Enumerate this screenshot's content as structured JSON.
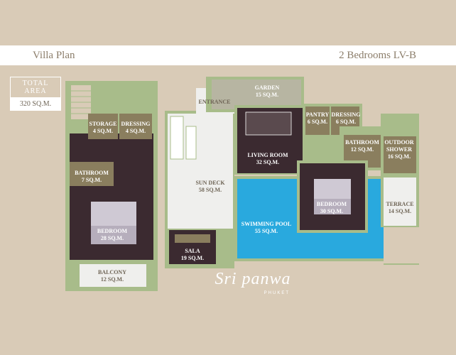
{
  "banner": {
    "title": "Villa Plan",
    "villa_type": "2 Bedrooms LV-B"
  },
  "total_area": {
    "label": "TOTAL AREA",
    "value": "320 SQ.M."
  },
  "rooms": {
    "storage": {
      "name": "STORAGE",
      "area": "4 SQ.M."
    },
    "dressing_left": {
      "name": "DRESSING",
      "area": "4 SQ.M."
    },
    "bathroom_left": {
      "name": "BATHROOM",
      "area": "7 SQ.M."
    },
    "bedroom_left": {
      "name": "BEDROOM",
      "area": "28 SQ.M."
    },
    "balcony": {
      "name": "BALCONY",
      "area": "12 SQ.M."
    },
    "entrance": {
      "name": "ENTRANCE"
    },
    "sun_deck": {
      "name": "SUN DECK",
      "area": "58 SQ.M."
    },
    "sala": {
      "name": "SALA",
      "area": "19 SQ.M."
    },
    "garden": {
      "name": "GARDEN",
      "area": "15 SQ.M."
    },
    "living_room": {
      "name": "LIVING ROOM",
      "area": "32 SQ.M."
    },
    "pantry": {
      "name": "PANTRY",
      "area": "6 SQ.M."
    },
    "dressing_right": {
      "name": "DRESSING",
      "area": "6 SQ.M."
    },
    "bathroom_right": {
      "name": "BATHROOM",
      "area": "12 SQ.M."
    },
    "outdoor_shower": {
      "name": "OUTDOOR SHOWER",
      "line1": "OUTDOOR",
      "line2": "SHOWER",
      "area": "16 SQ.M."
    },
    "swimming_pool": {
      "name": "SWIMMING POOL",
      "area": "55 SQ.M."
    },
    "bedroom_right": {
      "name": "BEDROOM",
      "area": "30 SQ.M."
    },
    "terrace": {
      "name": "TERRACE",
      "area": "14 SQ.M."
    }
  },
  "logo": {
    "name": "Sri panwa",
    "location": "PHUKET"
  },
  "colors": {
    "background": "#d9cbb7",
    "wall": "#a8bc8a",
    "room_dark": "#3b2a30",
    "room_olive": "#8a7e5e",
    "pool": "#29a9de",
    "deck": "#efefed",
    "garden": "#b7b5a2"
  }
}
